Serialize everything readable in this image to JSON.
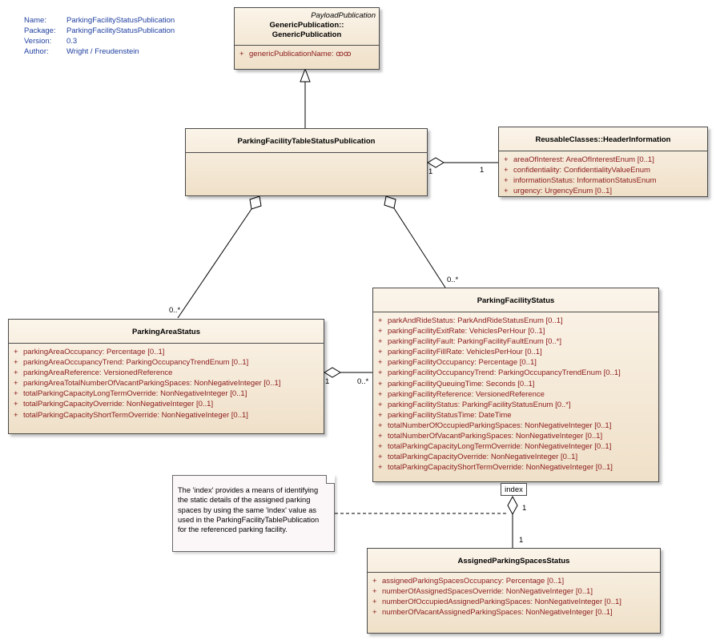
{
  "meta": {
    "rows": [
      {
        "key": "Name:",
        "value": "ParkingFacilityStatusPublication"
      },
      {
        "key": "Package:",
        "value": "ParkingFacilityStatusPublication"
      },
      {
        "key": "Version:",
        "value": "0.3"
      },
      {
        "key": "Author:",
        "value": "Wright / Freudenstein"
      }
    ]
  },
  "classes": {
    "payload": {
      "stereotype": "PayloadPublication",
      "name_line1": "GenericPublication::",
      "name_line2": "GenericPublication",
      "attrs": [
        "genericPublicationName:  ꝏꝏ"
      ]
    },
    "table_status": {
      "name": "ParkingFacilityTableStatusPublication",
      "attrs": []
    },
    "header_info": {
      "name": "ReusableClasses::HeaderInformation",
      "attrs": [
        "areaOfInterest:  AreaOfInterestEnum [0..1]",
        "confidentiality:  ConfidentialityValueEnum",
        "informationStatus:  InformationStatusEnum",
        "urgency:  UrgencyEnum [0..1]"
      ]
    },
    "area_status": {
      "name": "ParkingAreaStatus",
      "attrs": [
        "parkingAreaOccupancy:  Percentage [0..1]",
        "parkingAreaOccupancyTrend:  ParkingOccupancyTrendEnum [0..1]",
        "parkingAreaReference:  VersionedReference",
        "parkingAreaTotalNumberOfVacantParkingSpaces:  NonNegativeInteger [0..1]",
        "totalParkingCapacityLongTermOverride:  NonNegativeInteger [0..1]",
        "totalParkingCapacityOverride:  NonNegativeInteger [0..1]",
        "totalParkingCapacityShortTermOverride:  NonNegativeInteger [0..1]"
      ]
    },
    "facility_status": {
      "name": "ParkingFacilityStatus",
      "attrs": [
        "parkAndRideStatus:  ParkAndRideStatusEnum [0..1]",
        "parkingFacilityExitRate:  VehiclesPerHour [0..1]",
        "parkingFacilityFault:  ParkingFacilityFaultEnum [0..*]",
        "parkingFacilityFillRate:  VehiclesPerHour [0..1]",
        "parkingFacilityOccupancy:  Percentage [0..1]",
        "parkingFacilityOccupancyTrend:  ParkingOccupancyTrendEnum [0..1]",
        "parkingFacilityQueuingTime:  Seconds [0..1]",
        "parkingFacilityReference:  VersionedReference",
        "parkingFacilityStatus:  ParkingFacilityStatusEnum [0..*]",
        "parkingFacilityStatusTime:  DateTime",
        "totalNumberOfOccupiedParkingSpaces:  NonNegativeInteger [0..1]",
        "totalNumberOfVacantParkingSpaces:  NonNegativeInteger [0..1]",
        "totalParkingCapacityLongTermOverride:  NonNegativeInteger [0..1]",
        "totalParkingCapacityOverride:  NonNegativeInteger [0..1]",
        "totalParkingCapacityShortTermOverride:  NonNegativeInteger [0..1]"
      ]
    },
    "assigned_status": {
      "name": "AssignedParkingSpacesStatus",
      "attrs": [
        "assignedParkingSpacesOccupancy:  Percentage [0..1]",
        "numberOfAssignedSpacesOverride:  NonNegativeInteger [0..1]",
        "numberOfOccupiedAssignedParkingSpaces:  NonNegativeInteger [0..1]",
        "numberOfVacantAssignedParkingSpaces:  NonNegativeInteger [0..1]"
      ]
    }
  },
  "multiplicities": {
    "header_src": "1",
    "header_dst": "1",
    "area_many": "0..*",
    "facility_many": "0..*",
    "area_facility_src": "1",
    "area_facility_dst": "0..*",
    "assigned_src": "1",
    "assigned_dst": "1"
  },
  "qualifier": "index",
  "note": "The 'index' provides a means of identifying the static details of the assigned parking spaces by using the same 'index' value as used in the ParkingFacilityTablePublication for the referenced parking facility.",
  "plus_sign": "+",
  "colors": {
    "attr": "#8b1a1a",
    "meta": "#1f3fa0",
    "class_fill_top": "#fbf4e9",
    "class_fill_bottom": "#efe0c8"
  }
}
